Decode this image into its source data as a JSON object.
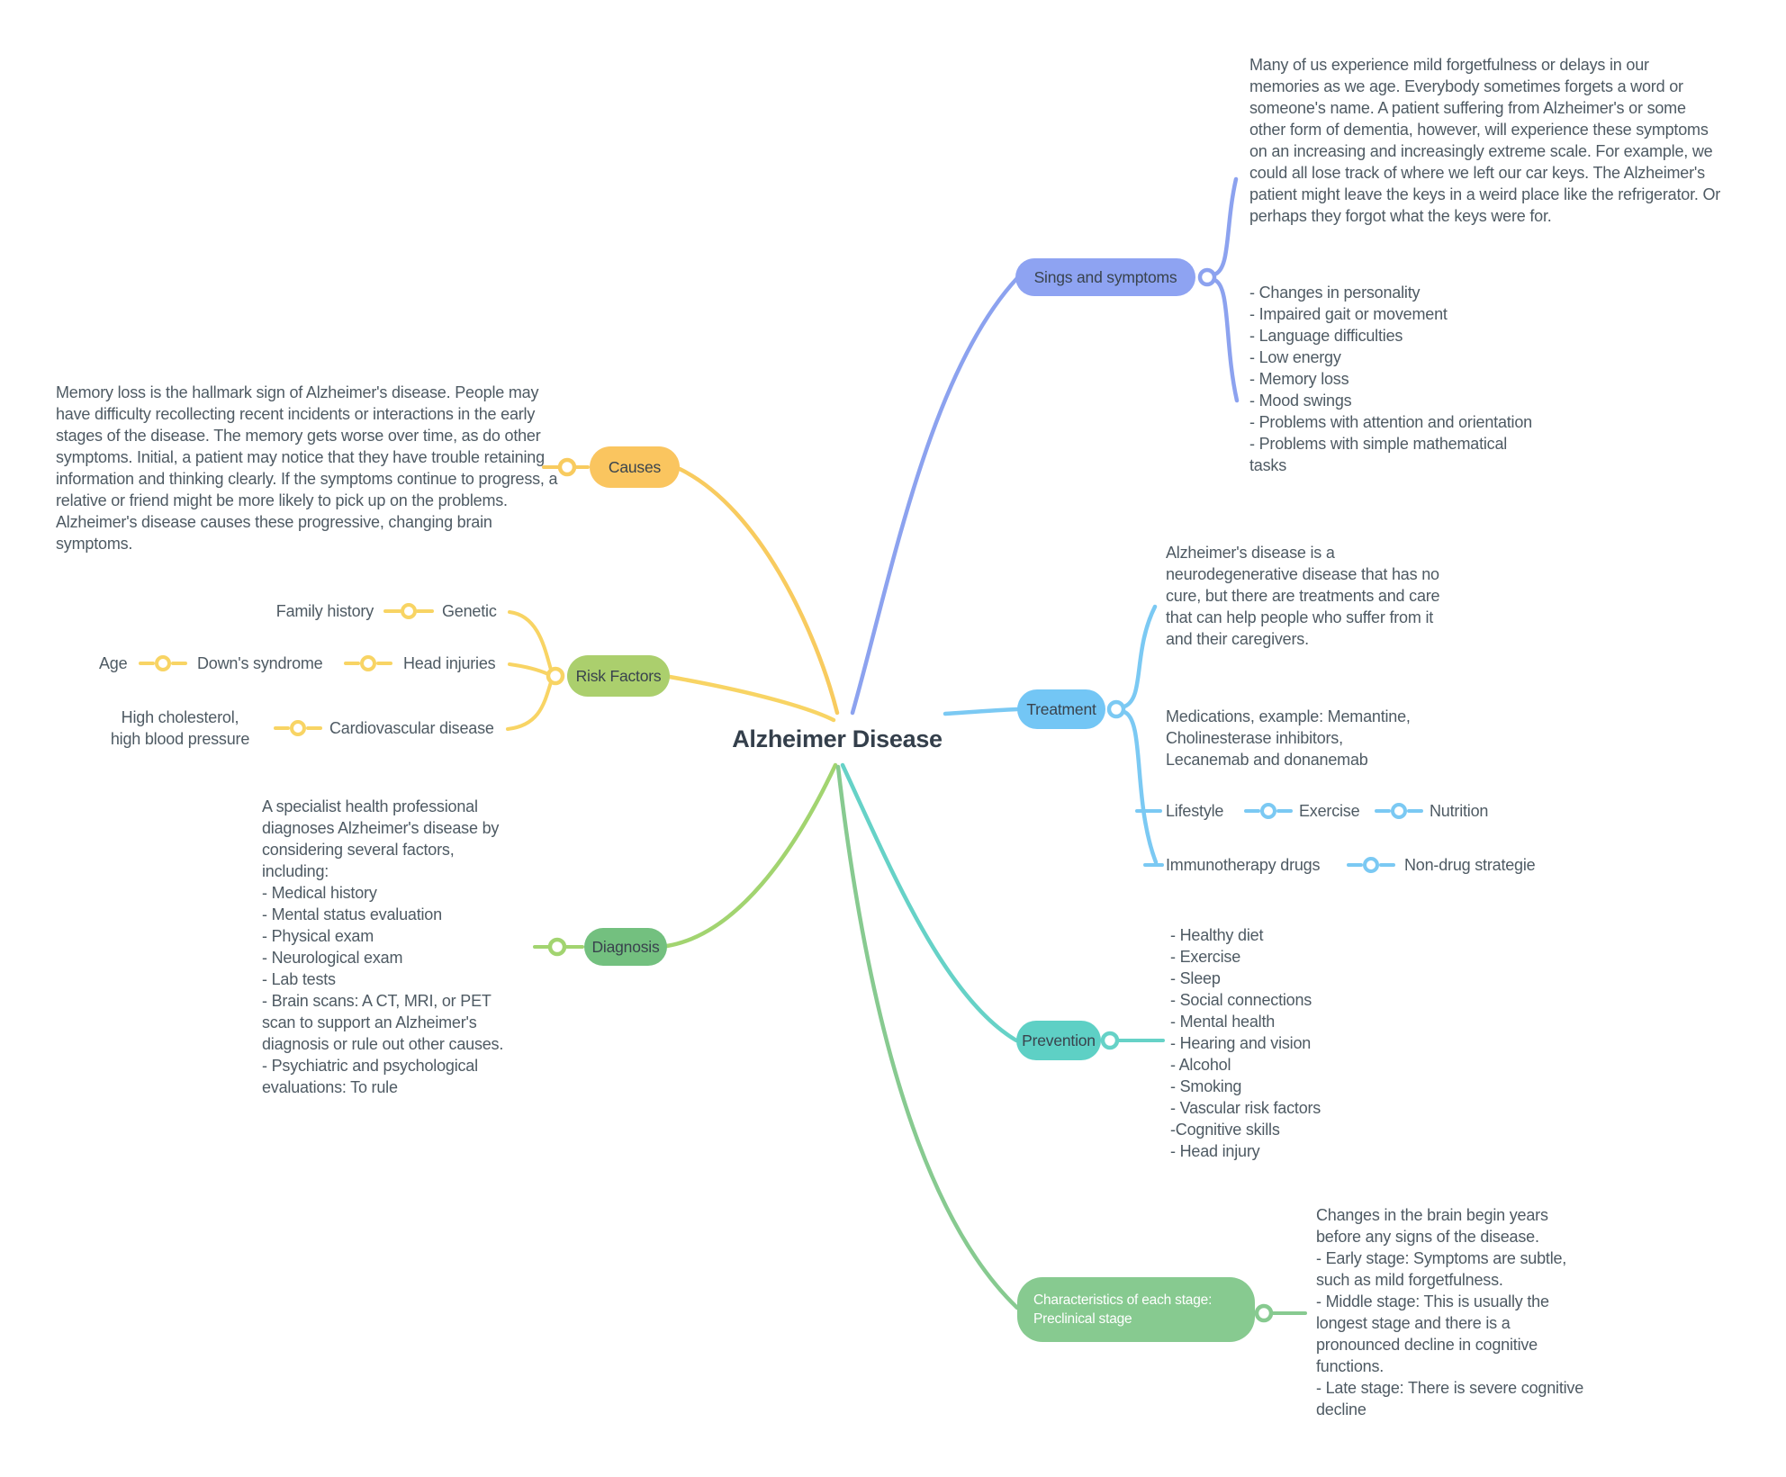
{
  "title": "Alzheimer Disease",
  "signs": {
    "label": "Sings and symptoms",
    "paragraph": "Many of us experience mild forgetfulness or delays in our memories as we age. Everybody sometimes forgets a word or someone's name. A patient suffering from Alzheimer's or some other form of dementia, however, will experience these symptoms on an increasing and increasingly extreme scale. For example, we could all lose track of where we left our car keys. The Alzheimer's patient might leave the keys in a weird place like the refrigerator. Or perhaps they forgot what the keys were for.",
    "symptoms": [
      "- Changes in personality",
      "- Impaired gait or movement",
      "- Language difficulties",
      "- Low energy",
      "- Memory loss",
      "- Mood swings",
      "- Problems with attention and orientation",
      "- Problems with simple mathematical tasks"
    ]
  },
  "causes": {
    "label": "Causes",
    "paragraph": "Memory loss is the hallmark sign of Alzheimer's disease. People may have difficulty recollecting recent incidents or interactions in the early stages of the disease. The memory gets worse over time, as do other symptoms. Initial, a patient may notice that they have trouble retaining information and thinking clearly. If the symptoms continue to progress, a relative or friend might be more likely to pick up on the problems. Alzheimer's disease causes these progressive, changing brain symptoms."
  },
  "risk_factors": {
    "label": "Risk Factors",
    "rows": [
      {
        "left": "Family history",
        "right": "Genetic"
      },
      {
        "left": "Age",
        "middle": "Down's syndrome",
        "right": "Head injuries"
      },
      {
        "left": "High cholesterol,\nhigh blood pressure",
        "right": "Cardiovascular disease"
      }
    ]
  },
  "treatment": {
    "label": "Treatment",
    "paragraph": "Alzheimer's disease is a neurodegenerative disease that has no cure, but there are treatments and care that can help people who suffer from it and their caregivers.",
    "medications": "Medications, example: Memantine,\nCholinesterase inhibitors,\nLecanemab and donanemab",
    "lifestyle": {
      "a": "Lifestyle",
      "b": "Exercise",
      "c": "Nutrition"
    },
    "immunotherapy": {
      "a": "Immunotherapy drugs",
      "b": "Non-drug strategie"
    }
  },
  "diagnosis": {
    "label": "Diagnosis",
    "paragraph": "A specialist health professional diagnoses Alzheimer's disease by considering several factors, including:\n- Medical history\n- Mental status evaluation\n- Physical exam\n- Neurological exam\n- Lab tests\n- Brain scans: A CT, MRI, or PET scan to support an Alzheimer's diagnosis or rule out other causes.\n- Psychiatric and psychological evaluations: To rule"
  },
  "prevention": {
    "label": "Prevention",
    "items": [
      "- Healthy diet",
      "- Exercise",
      "- Sleep",
      "- Social connections",
      "- Mental health",
      "- Hearing and vision",
      "- Alcohol",
      "- Smoking",
      "- Vascular risk factors",
      "-Cognitive skills",
      "- Head injury"
    ]
  },
  "stages": {
    "label": "Characteristics of each stage:\nPreclinical stage",
    "paragraph": "Changes in the brain begin years before any signs of the disease.\n- Early stage: Symptoms are subtle, such as mild forgetfulness.\n- Middle stage: This is usually the longest stage and there is a pronounced decline in cognitive functions.\n- Late stage: There is severe cognitive decline"
  },
  "colors": {
    "signs": "#8ea3f2",
    "yellow": "#f8cb5f",
    "risk_node": "#abcf6d",
    "treatment": "#73c6f5",
    "prevention": "#5ed0c5",
    "diagnosis_node": "#73c07f",
    "diagnosis_line": "#a2d470",
    "stages": "#87ca90",
    "body_text": "#4e5a63"
  }
}
